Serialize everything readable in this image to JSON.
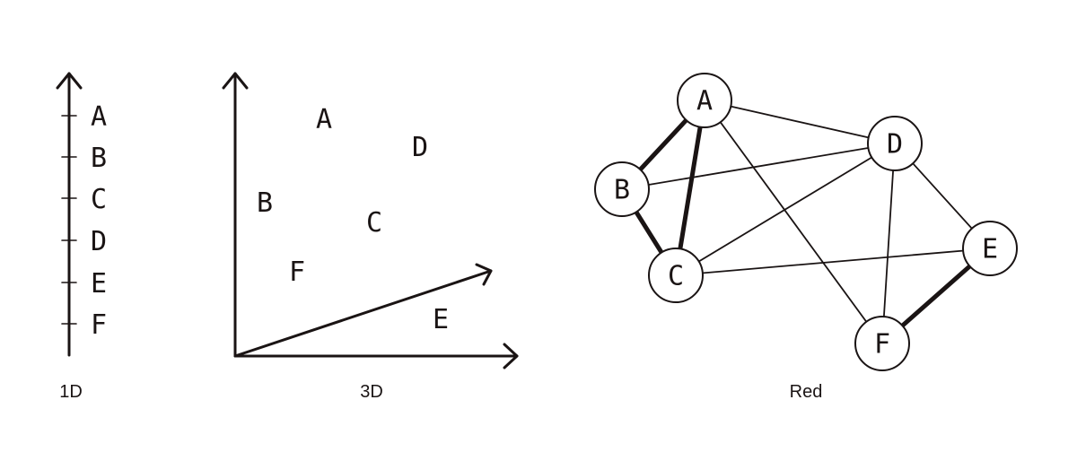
{
  "panels": {
    "one_d": {
      "caption": "1D",
      "labels": [
        "A",
        "B",
        "C",
        "D",
        "E",
        "F"
      ]
    },
    "three_d": {
      "caption": "3D",
      "points": [
        "A",
        "D",
        "B",
        "C",
        "F",
        "E"
      ]
    },
    "graph": {
      "caption": "Red",
      "nodes": [
        "A",
        "B",
        "C",
        "D",
        "E",
        "F"
      ],
      "edges": [
        {
          "from": "A",
          "to": "B",
          "strong": true
        },
        {
          "from": "A",
          "to": "C",
          "strong": true
        },
        {
          "from": "B",
          "to": "C",
          "strong": true
        },
        {
          "from": "E",
          "to": "F",
          "strong": true
        },
        {
          "from": "A",
          "to": "D",
          "strong": false
        },
        {
          "from": "A",
          "to": "F",
          "strong": false
        },
        {
          "from": "B",
          "to": "D",
          "strong": false
        },
        {
          "from": "C",
          "to": "D",
          "strong": false
        },
        {
          "from": "C",
          "to": "E",
          "strong": false
        },
        {
          "from": "D",
          "to": "E",
          "strong": false
        },
        {
          "from": "D",
          "to": "F",
          "strong": false
        }
      ]
    }
  },
  "colors": {
    "ink": "#1a1414",
    "background": "#ffffff"
  }
}
